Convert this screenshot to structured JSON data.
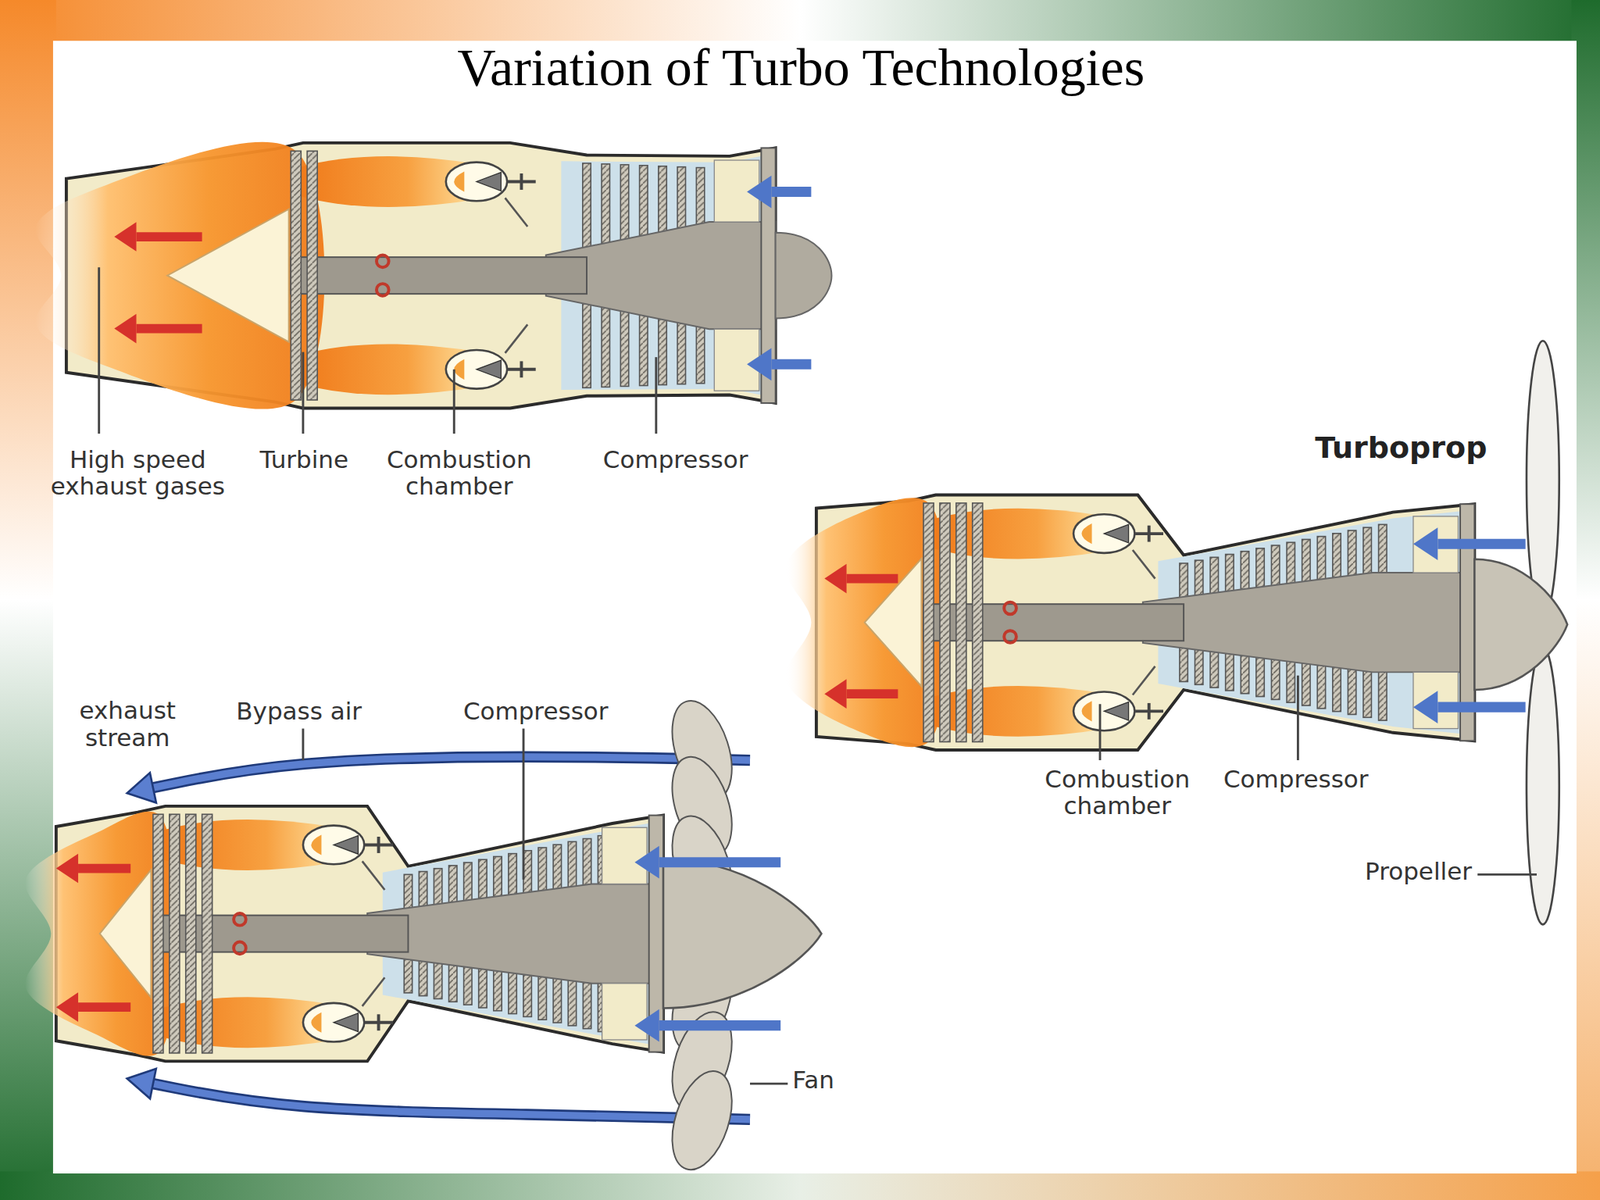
{
  "diagram": {
    "title": "Variation of Turbo Technologies",
    "labels": [
      "High speed exhaust gases",
      "Turbine",
      "Combustion chamber",
      "Compressor",
      "Turboprop",
      "Combustion chamber",
      "Compressor",
      "Propeller",
      "exhaust stream",
      "Bypass air",
      "Compressor",
      "Fan"
    ]
  }
}
